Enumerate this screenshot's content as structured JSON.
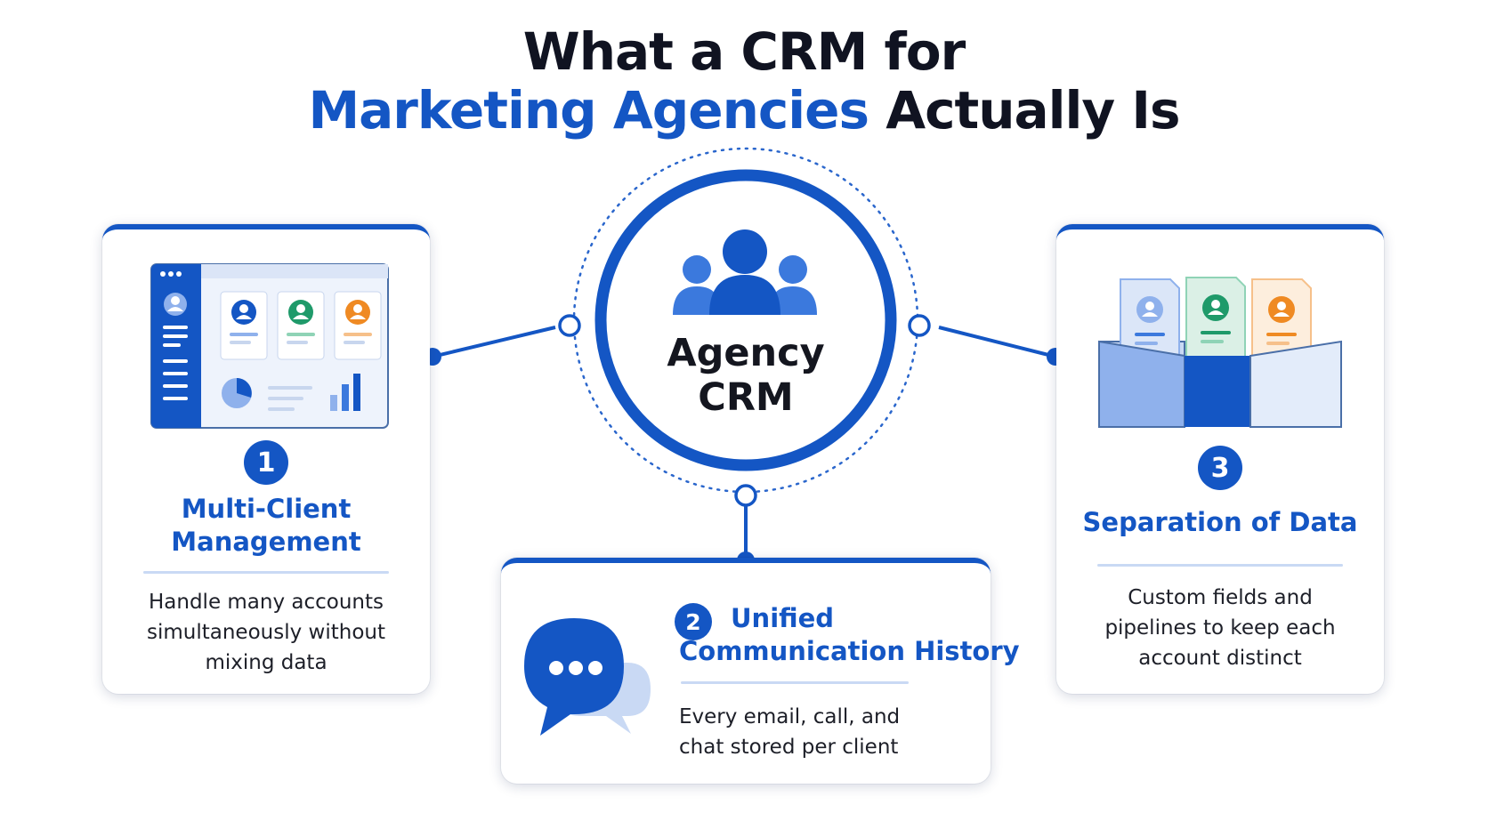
{
  "title": {
    "line1": "What a CRM for",
    "line2_highlight": "Marketing Agencies",
    "line2_rest": "Actually Is"
  },
  "hub": {
    "line1": "Agency",
    "line2": "CRM",
    "icon": "users-group-icon"
  },
  "cards": [
    {
      "number": "1",
      "title_line1": "Multi-Client",
      "title_line2": "Management",
      "desc_line1": "Handle many accounts",
      "desc_line2": "simultaneously without",
      "desc_line3": "mixing data",
      "icon": "dashboard-icon"
    },
    {
      "number": "2",
      "title_line1": "Unified",
      "title_line2": "Communication History",
      "desc_line1": "Every email, call, and",
      "desc_line2": "chat stored per client",
      "icon": "chat-bubbles-icon"
    },
    {
      "number": "3",
      "title_line1": "Separation of Data",
      "desc_line1": "Custom fields and",
      "desc_line2": "pipelines to keep each",
      "desc_line3": "account distinct",
      "icon": "client-folders-icon"
    }
  ],
  "colors": {
    "primary": "#1456c4",
    "light_blue": "#8fb1ec",
    "green": "#1f9a6a",
    "orange": "#ef8a23",
    "dark_text": "#101321"
  }
}
